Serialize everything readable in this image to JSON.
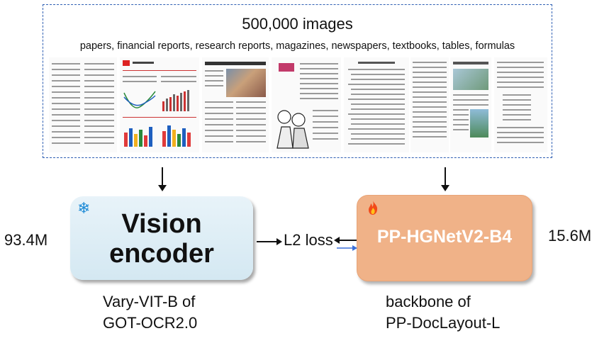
{
  "dataset": {
    "title": "500,000 images",
    "subtitle": "papers, financial reports, research reports, magazines, newspapers, textbooks, tables, formulas"
  },
  "vision_encoder": {
    "label_line1": "Vision",
    "label_line2": "encoder",
    "params": "93.4M",
    "caption_line1": "Vary-VIT-B of",
    "caption_line2": "GOT-OCR2.0",
    "badge_icon": "snowflake-icon"
  },
  "backbone": {
    "label": "PP-HGNetV2-B4",
    "params": "15.6M",
    "caption_line1": "backbone of",
    "caption_line2": "PP-DocLayout-L",
    "badge_icon": "fire-icon"
  },
  "loss": {
    "label": "L2 loss"
  },
  "colors": {
    "dataset_border": "#2f5fb3",
    "vision_fill": "#dcecf5",
    "backbone_fill": "#f0b288",
    "loss_arrow_blue": "#3b6fd8"
  }
}
